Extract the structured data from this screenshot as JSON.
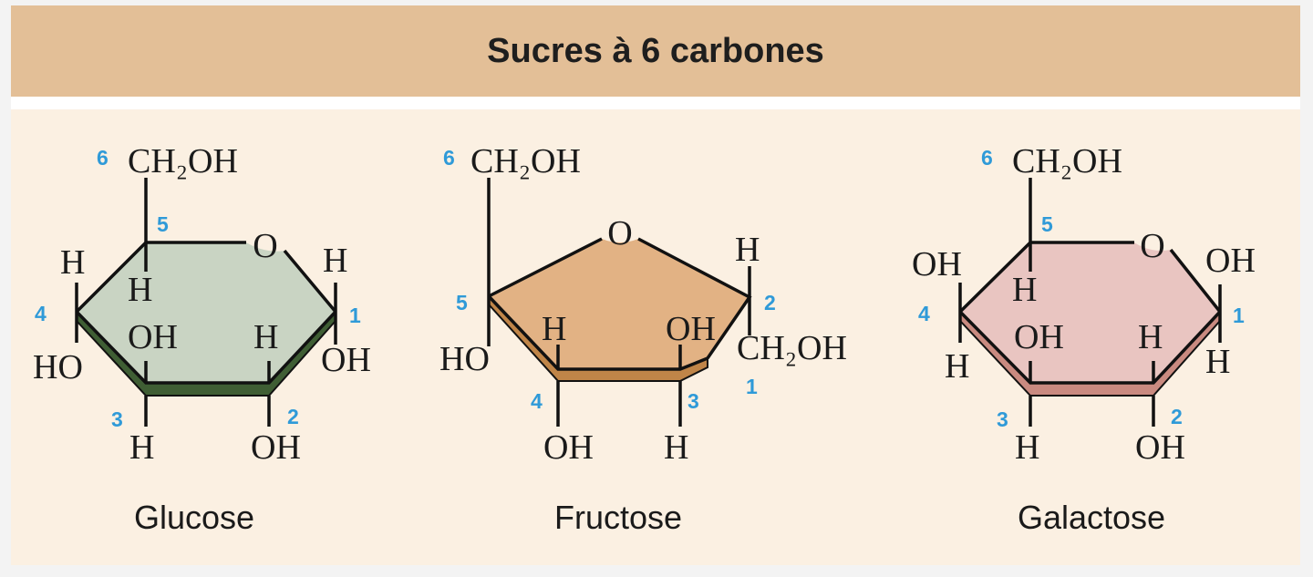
{
  "title": "Sucres à 6 carbones",
  "colors": {
    "header": "#e3bf97",
    "panel": "#fbf0e2",
    "number_label": "#2f9ad8",
    "glucose_ring": "#c9d4c3",
    "fructose_ring": "#e2b284",
    "galactose_ring": "#e9c5c1"
  },
  "sugars": [
    {
      "name": "Glucose",
      "atoms": {
        "ch2oh": "CH₂OH",
        "o": "O",
        "h_c5": "H",
        "h_c4": "H",
        "ho_c4": "HO",
        "h_c1": "H",
        "oh_c1": "OH",
        "oh_c3": "OH",
        "h_c3": "H",
        "h_c2": "H",
        "oh_c2": "OH"
      },
      "numbers": [
        "1",
        "2",
        "3",
        "4",
        "5",
        "6"
      ]
    },
    {
      "name": "Fructose",
      "atoms": {
        "ch2oh_top": "CH₂OH",
        "o": "O",
        "h_c2": "H",
        "ho_c5": "HO",
        "h_c4": "H",
        "oh_c3": "OH",
        "ch2oh_c1": "CH₂OH",
        "oh_c4": "OH",
        "h_c3": "H"
      },
      "numbers": [
        "1",
        "2",
        "3",
        "4",
        "5",
        "6"
      ]
    },
    {
      "name": "Galactose",
      "atoms": {
        "ch2oh": "CH₂OH",
        "o": "O",
        "h_c5": "H",
        "oh_c4": "OH",
        "h_c4": "H",
        "oh_c1": "OH",
        "h_c1": "H",
        "oh_c3": "OH",
        "h_c3": "H",
        "h_c2": "H",
        "oh_c2": "OH"
      },
      "numbers": [
        "1",
        "2",
        "3",
        "4",
        "5",
        "6"
      ]
    }
  ]
}
